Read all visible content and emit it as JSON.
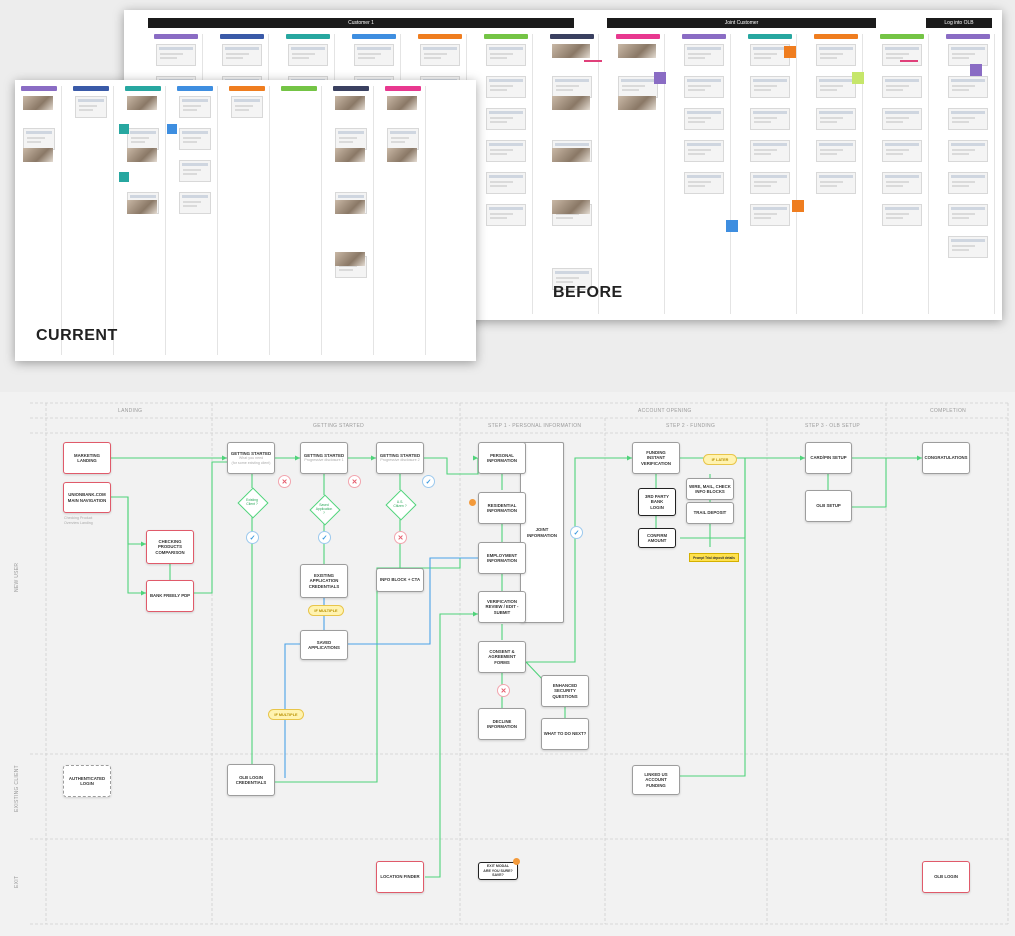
{
  "before_board": {
    "label": "BEFORE",
    "headers": [
      "Customer 1",
      "Joint Customer",
      "Log into OLB"
    ],
    "columns": [
      {
        "color": "#8a6cc4"
      },
      {
        "color": "#3a5aa8"
      },
      {
        "color": "#27a7a0"
      },
      {
        "color": "#3e8ee0"
      },
      {
        "color": "#ef7d1f"
      },
      {
        "color": "#74c445"
      },
      {
        "color": "#3a4060"
      },
      {
        "color": "#e8388f"
      },
      {
        "color": "#8a6cc4"
      },
      {
        "color": "#27a7a0"
      },
      {
        "color": "#ef7d1f"
      },
      {
        "color": "#74c445"
      },
      {
        "color": "#8a6cc4"
      }
    ]
  },
  "current_board": {
    "label": "CURRENT",
    "columns": [
      {
        "color": "#8a6cc4"
      },
      {
        "color": "#3a5aa8"
      },
      {
        "color": "#27a7a0"
      },
      {
        "color": "#3e8ee0"
      },
      {
        "color": "#ef7d1f"
      },
      {
        "color": "#74c445"
      },
      {
        "color": "#3a4060"
      },
      {
        "color": "#e8388f"
      }
    ]
  },
  "flow": {
    "phases": {
      "landing": "LANDING",
      "getting_started": "GETTING STARTED",
      "account_opening": "ACCOUNT OPENING",
      "completion": "COMPLETION",
      "step1": "STEP 1 - PERSONAL INFORMATION",
      "step2": "STEP 2 - FUNDING",
      "step3": "STEP 3 - OLB SETUP"
    },
    "lanes": {
      "new_user": "NEW USER",
      "existing_client": "EXISTING CLIENT",
      "exit": "EXIT"
    },
    "nodes": {
      "marketing_landing": "MARKETING LANDING",
      "unionbank_nav_1": "UNIONBANK.COM",
      "unionbank_nav_2": "MAIN NAVIGATION",
      "unionbank_note_1": "Checking Product",
      "unionbank_note_2": "Overview Landing",
      "checking_compare_1": "CHECKING PRODUCTS",
      "checking_compare_2": "COMPARISON",
      "bank_freely_pdp": "BANK FREELY PDP",
      "authenticated_login_1": "AUTHENTICATED",
      "authenticated_login_2": "LOGIN",
      "gs1_title": "GETTING STARTED",
      "gs1_sub_1": "What you need",
      "gs1_sub_2": "(for some existing client)",
      "gs2_title": "GETTING STARTED",
      "gs2_sub": "Progressive disclosure 1",
      "gs3_title": "GETTING STARTED",
      "gs3_sub": "Progressive disclosure 2",
      "existing_app_1": "EXISTING APPLICATION",
      "existing_app_2": "CREDENTIALS",
      "info_block": "INFO BLOCK + CTA",
      "saved_apps": "SAVED APPLICATIONS",
      "olb_login_1": "OLB LOGIN",
      "olb_login_2": "CREDENTIALS",
      "personal_1": "PERSONAL",
      "personal_2": "INFORMATION",
      "residential_1": "RESIDENTIAL",
      "residential_2": "INFORMATION",
      "employment_1": "EMPLOYMENT",
      "employment_2": "INFORMATION",
      "verification_1": "VERIFICATION",
      "verification_2": "REVIEW / EDIT - SUBMIT",
      "joint_1": "JOINT",
      "joint_2": "INFORMATION",
      "consent_1": "CONSENT &",
      "consent_2": "AGREEMENT FORMS",
      "enhanced_1": "ENHANCED SECURITY",
      "enhanced_2": "QUESTIONS",
      "decline_1": "DECLINE",
      "decline_2": "INFORMATION",
      "what_next": "WHAT TO DO NEXT?",
      "funding_1": "FUNDING",
      "funding_2": "INSTANT VERIFICATION",
      "third_party_1": "3RD PARTY BANK",
      "third_party_2": "LOGIN",
      "confirm_1": "CONFIRM",
      "confirm_2": "AMOUNT",
      "wire_1": "WIRE, MAIL, CHECK",
      "wire_2": "INFO BLOCKS",
      "trial_deposit": "TRAIL DEPOSIT",
      "linked_1": "LINKED US ACCOUNT",
      "linked_2": "FUNDING",
      "card_pin": "CARD/PIN SETUP",
      "olb_setup": "OLB SETUP",
      "congrats": "CONGRATULATIONS",
      "location_finder": "LOCATION FINDER",
      "exit_modal_1": "EXIT MODAL",
      "exit_modal_2": "ARE YOU SURE?",
      "exit_modal_3": "SAVE?",
      "olb_login_exit": "OLB LOGIN"
    },
    "decisions": {
      "d1_1": "Existing",
      "d1_2": "Client ?",
      "d2_1": "Saved",
      "d2_2": "Application",
      "d2_3": "?",
      "d3_1": "U.S.",
      "d3_2": "Citizen ?"
    },
    "tags": {
      "if_multiple_1": "IF MULTIPLE",
      "if_multiple_2": "IF MULTIPLE",
      "if_later": "IF LATER",
      "trial_note": "Prompt Trial deposit details"
    }
  }
}
